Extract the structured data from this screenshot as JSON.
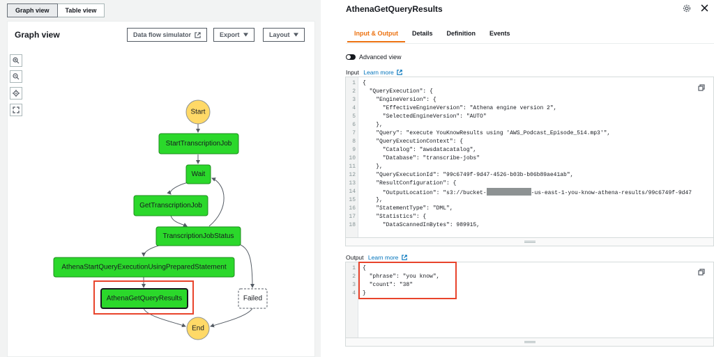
{
  "left": {
    "top_tabs": [
      "Graph view",
      "Table view"
    ],
    "title": "Graph view",
    "buttons": {
      "simulator": "Data flow simulator",
      "export": "Export",
      "layout": "Layout"
    },
    "states": {
      "start": "Start",
      "start_transcription": "StartTranscriptionJob",
      "wait": "Wait",
      "get_transcription": "GetTranscriptionJob",
      "status": "TranscriptionJobStatus",
      "athena_start": "AthenaStartQueryExecutionUsingPreparedStatement",
      "athena_get": "AthenaGetQueryResults",
      "failed": "Failed",
      "end": "End"
    }
  },
  "right": {
    "title": "AthenaGetQueryResults",
    "tabs": [
      "Input & Output",
      "Details",
      "Definition",
      "Events"
    ],
    "advanced_view": "Advanced view",
    "input_label": "Input",
    "output_label": "Output",
    "learn_more": "Learn more",
    "input_lines": [
      "{",
      "  \"QueryExecution\": {",
      "    \"EngineVersion\": {",
      "      \"EffectiveEngineVersion\": \"Athena engine version 2\",",
      "      \"SelectedEngineVersion\": \"AUTO\"",
      "    },",
      "    \"Query\": \"execute YouKnowResults using 'AWS_Podcast_Episode_514.mp3'\",",
      "    \"QueryExecutionContext\": {",
      "      \"Catalog\": \"awsdatacatalog\",",
      "      \"Database\": \"transcribe-jobs\"",
      "    },",
      "    \"QueryExecutionId\": \"99c6749f-9d47-4526-b03b-b06b89ae41ab\",",
      "    \"ResultConfiguration\": {",
      "      \"OutputLocation\": \"s3://bucket-",
      "    },",
      "    \"StatementType\": \"DML\",",
      "    \"Statistics\": {",
      "      \"DataScannedInBytes\": 989915,"
    ],
    "input_line14_tail": "-us-east-1-you-know-athena-results/99c6749f-9d47",
    "line_numbers": [
      "1",
      "2",
      "3",
      "4",
      "5",
      "6",
      "7",
      "8",
      "9",
      "10",
      "11",
      "12",
      "13",
      "14",
      "15",
      "16",
      "17",
      "18"
    ],
    "output_lines": [
      "{",
      "  \"phrase\": \"you know\",",
      "  \"count\": \"38\"",
      "}"
    ],
    "output_line_numbers": [
      "1",
      "2",
      "3",
      "4"
    ]
  },
  "colors": {
    "success_node": "#2bd82b",
    "start_end_node": "#ffd967",
    "highlight": "#e8432b",
    "accent_tab": "#ec7211",
    "link": "#0073bb"
  }
}
